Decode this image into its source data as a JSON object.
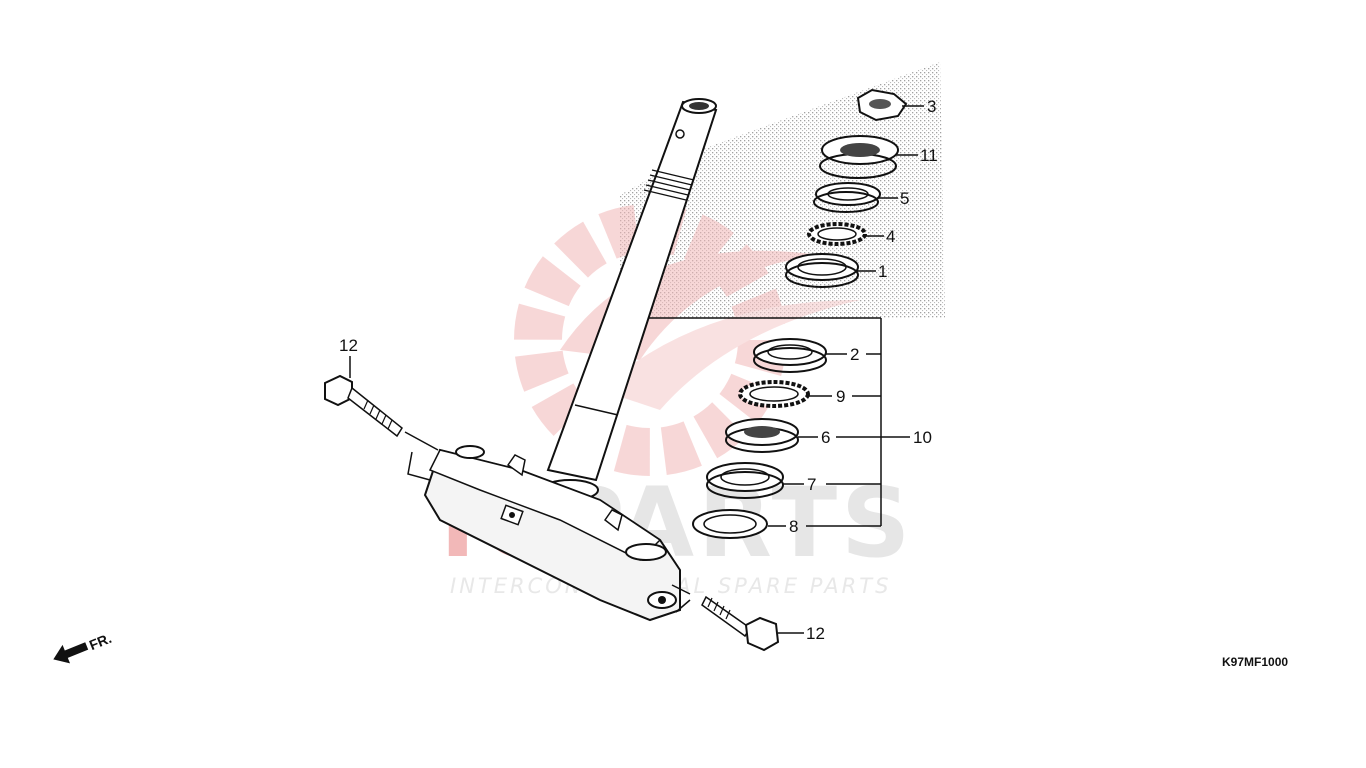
{
  "diagram": {
    "watermark": {
      "brand_prefix": "IC",
      "brand_main": "PARTS",
      "tagline": "INTERCONTINENTAL SPARE PARTS",
      "accent_color": "#f2b8b8",
      "text_color": "#e6e6e6"
    },
    "callouts": {
      "c1": "1",
      "c2": "2",
      "c3": "3",
      "c4": "4",
      "c5": "5",
      "c6": "6",
      "c7": "7",
      "c8": "8",
      "c9": "9",
      "c10": "10",
      "c11": "11",
      "c12a": "12",
      "c12b": "12"
    },
    "front_indicator": "FR.",
    "drawing_code": "K97MF1000"
  }
}
